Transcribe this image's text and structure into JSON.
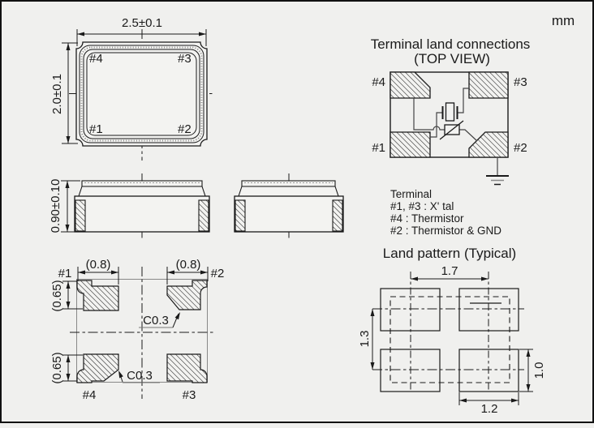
{
  "units": {
    "label": "mm"
  },
  "top_view": {
    "dim_width": "2.5±0.1",
    "dim_height": "2.0±0.1",
    "pads": {
      "tl": "#4",
      "tr": "#3",
      "bl": "#1",
      "br": "#2"
    }
  },
  "side_view": {
    "dim_height": "0.90±0.10"
  },
  "bottom_view": {
    "pads": {
      "tl": "#1",
      "tr": "#2",
      "bl": "#4",
      "br": "#3"
    },
    "dim_pad_width_left": "(0.8)",
    "dim_pad_width_right": "(0.8)",
    "dim_pad_height_top": "(0.65)",
    "dim_pad_height_bottom": "(0.65)",
    "chamfer_upper": "C0.3",
    "chamfer_lower": "C0.3"
  },
  "terminal_connections": {
    "title": "Terminal land connections",
    "subtitle": "(TOP VIEW)",
    "pads": {
      "tl": "#4",
      "tr": "#3",
      "bl": "#1",
      "br": "#2"
    },
    "legend": [
      "Terminal",
      "#1, #3 : X' tal",
      "#4 : Thermistor",
      "#2 : Thermistor & GND"
    ]
  },
  "land_pattern": {
    "title": "Land pattern (Typical)",
    "dim_pitch_x": "1.7",
    "dim_pitch_y": "1.3",
    "dim_pad_height": "1.0",
    "dim_pad_width": "1.2"
  }
}
